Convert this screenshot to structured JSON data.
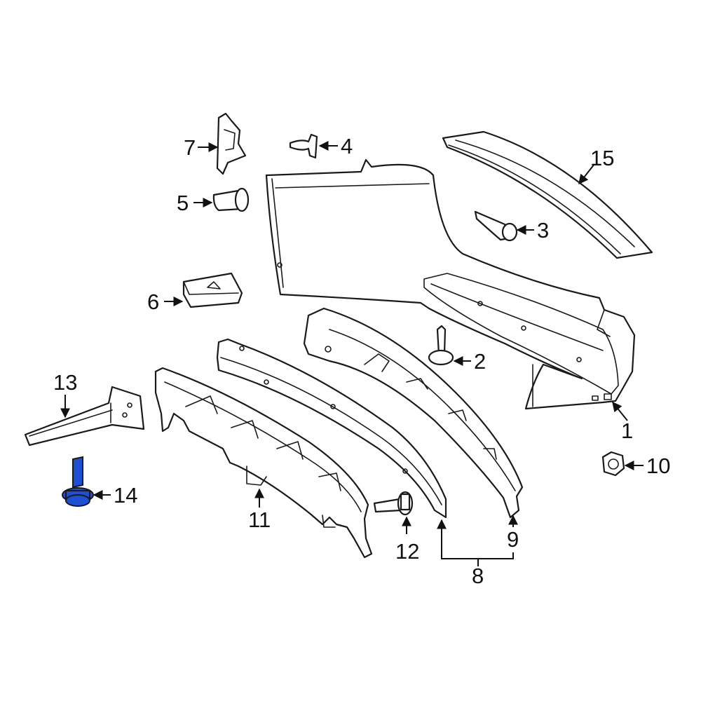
{
  "diagram": {
    "highlight_color": "#1f4fd6",
    "highlighted_part": "14",
    "callouts": {
      "c1": "1",
      "c2": "2",
      "c3": "3",
      "c4": "4",
      "c5": "5",
      "c6": "6",
      "c7": "7",
      "c8": "8",
      "c9": "9",
      "c10": "10",
      "c11": "11",
      "c12": "12",
      "c13": "13",
      "c14": "14",
      "c15": "15"
    }
  }
}
